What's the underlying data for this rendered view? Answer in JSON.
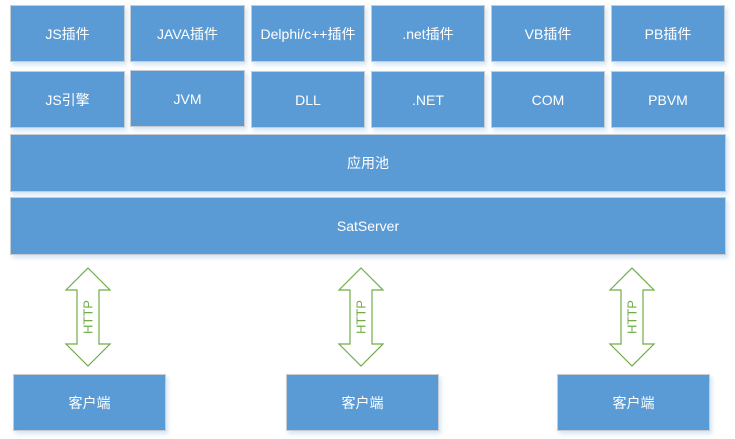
{
  "plugins": [
    "JS插件",
    "JAVA插件",
    "Delphi/c++插件",
    ".net插件",
    "VB插件",
    "PB插件"
  ],
  "engines": [
    "JS引擎",
    "JVM",
    "DLL",
    ".NET",
    "COM",
    "PBVM"
  ],
  "pool": "应用池",
  "server": "SatServer",
  "protocol": "HTTP",
  "clients": [
    "客户端",
    "客户端",
    "客户端"
  ],
  "colors": {
    "box": "#5b9bd5",
    "arrow": "#70ad47"
  }
}
